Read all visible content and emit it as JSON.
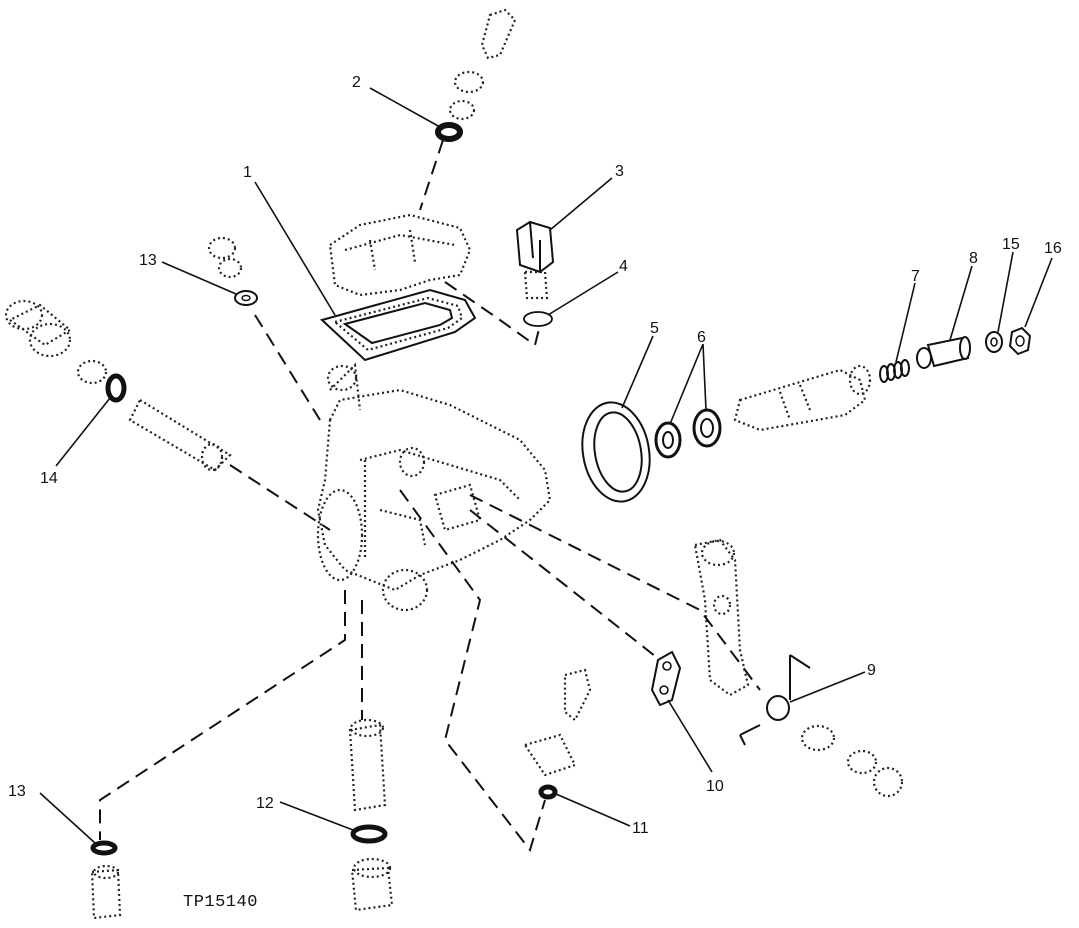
{
  "diagram": {
    "figure_code": "TP15140",
    "callouts": [
      "1",
      "2",
      "3",
      "4",
      "5",
      "6",
      "7",
      "8",
      "9",
      "10",
      "11",
      "12",
      "13",
      "13",
      "14",
      "15",
      "16"
    ]
  }
}
